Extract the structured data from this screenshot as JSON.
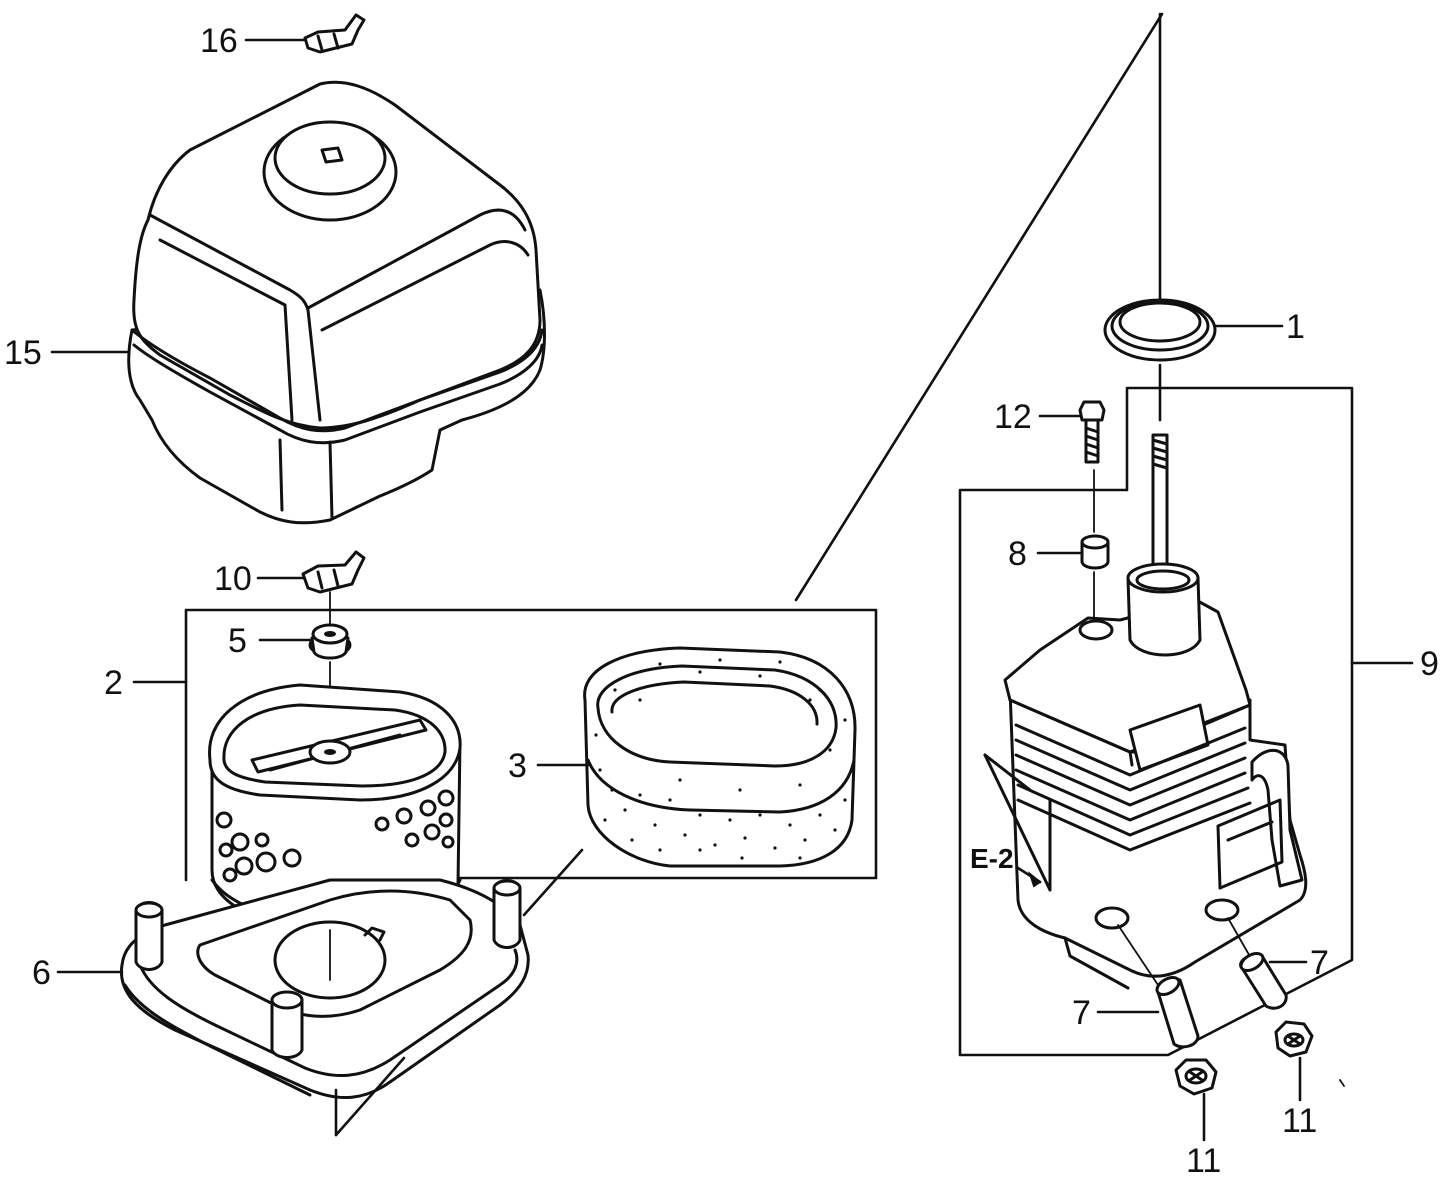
{
  "callouts": {
    "c1": "1",
    "c2": "2",
    "c3": "3",
    "c5": "5",
    "c6": "6",
    "c7a": "7",
    "c7b": "7",
    "c8": "8",
    "c9": "9",
    "c10": "10",
    "c11a": "11",
    "c11b": "11",
    "c12": "12",
    "c15": "15",
    "c16": "16"
  },
  "reference": {
    "label": "E-2"
  },
  "colors": {
    "line": "#111111",
    "background": "#ffffff"
  }
}
